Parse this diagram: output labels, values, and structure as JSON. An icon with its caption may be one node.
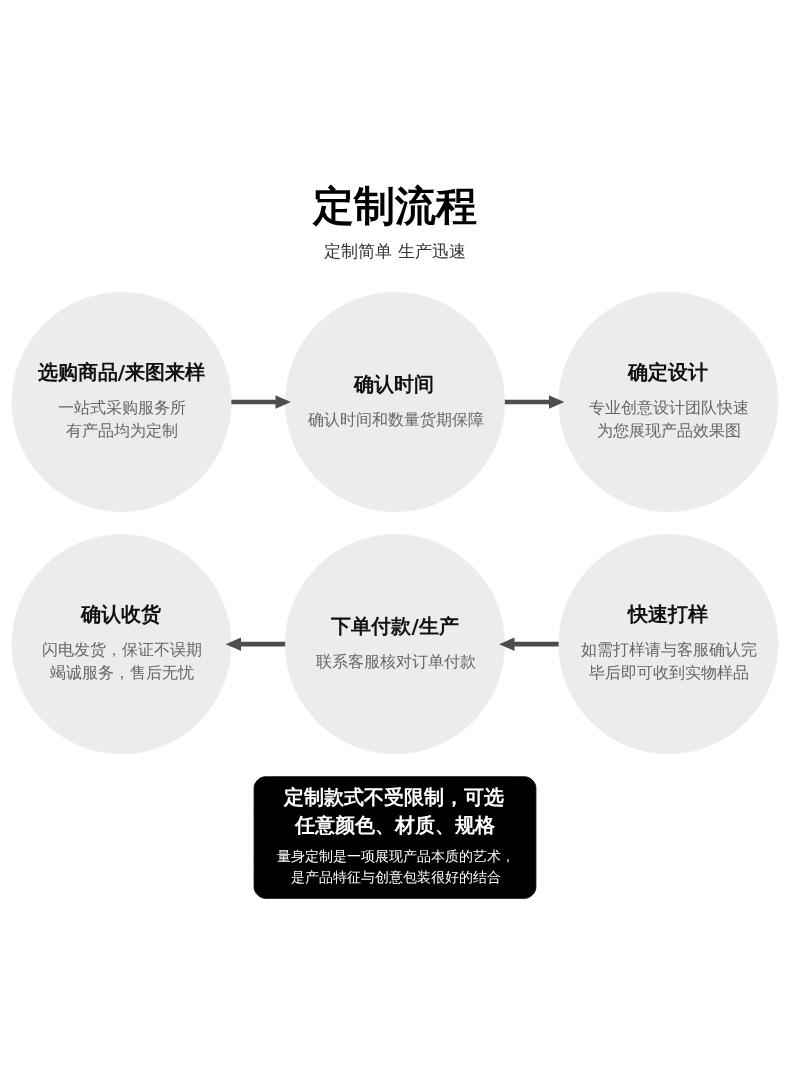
{
  "diagram": {
    "title": "定制流程",
    "nodes": [
      {
        "text": [
          "选购商品/来图来样",
          "一站式采购服务所有产品均为定制"
        ]
      },
      {
        "text": [
          "确认时间",
          "确认时间和数量货期保障"
        ]
      },
      {
        "text": [
          "确定设计",
          "专业创意设计团队快速为您展现产品效果图"
        ]
      },
      {
        "text": [
          "确认收货",
          "闪电发货，保证不误期竭诚服务，售后无忧"
        ]
      },
      {
        "text": [
          "下单付款/生产",
          "联系客服核对订单付款"
        ]
      },
      {
        "text": [
          "快速打样",
          "如需打样请与客服确认完毕后即可收到实物样品"
        ]
      },
      {
        "text": [
          "定制款式不受限制，可选任意颜色、材质、规格",
          "量身定制是一项展现产品本质的艺术，是产品特征与创意包装很好的结合"
        ]
      }
    ],
    "edges": [
      {
        "from": 0,
        "to": 1,
        "arrow": "to"
      },
      {
        "from": 1,
        "to": 2,
        "arrow": "to"
      },
      {
        "from": 5,
        "to": 4,
        "arrow": "to"
      },
      {
        "from": 4,
        "to": 3,
        "arrow": "to"
      }
    ],
    "labels": [
      "定制简单 生产迅速"
    ]
  }
}
